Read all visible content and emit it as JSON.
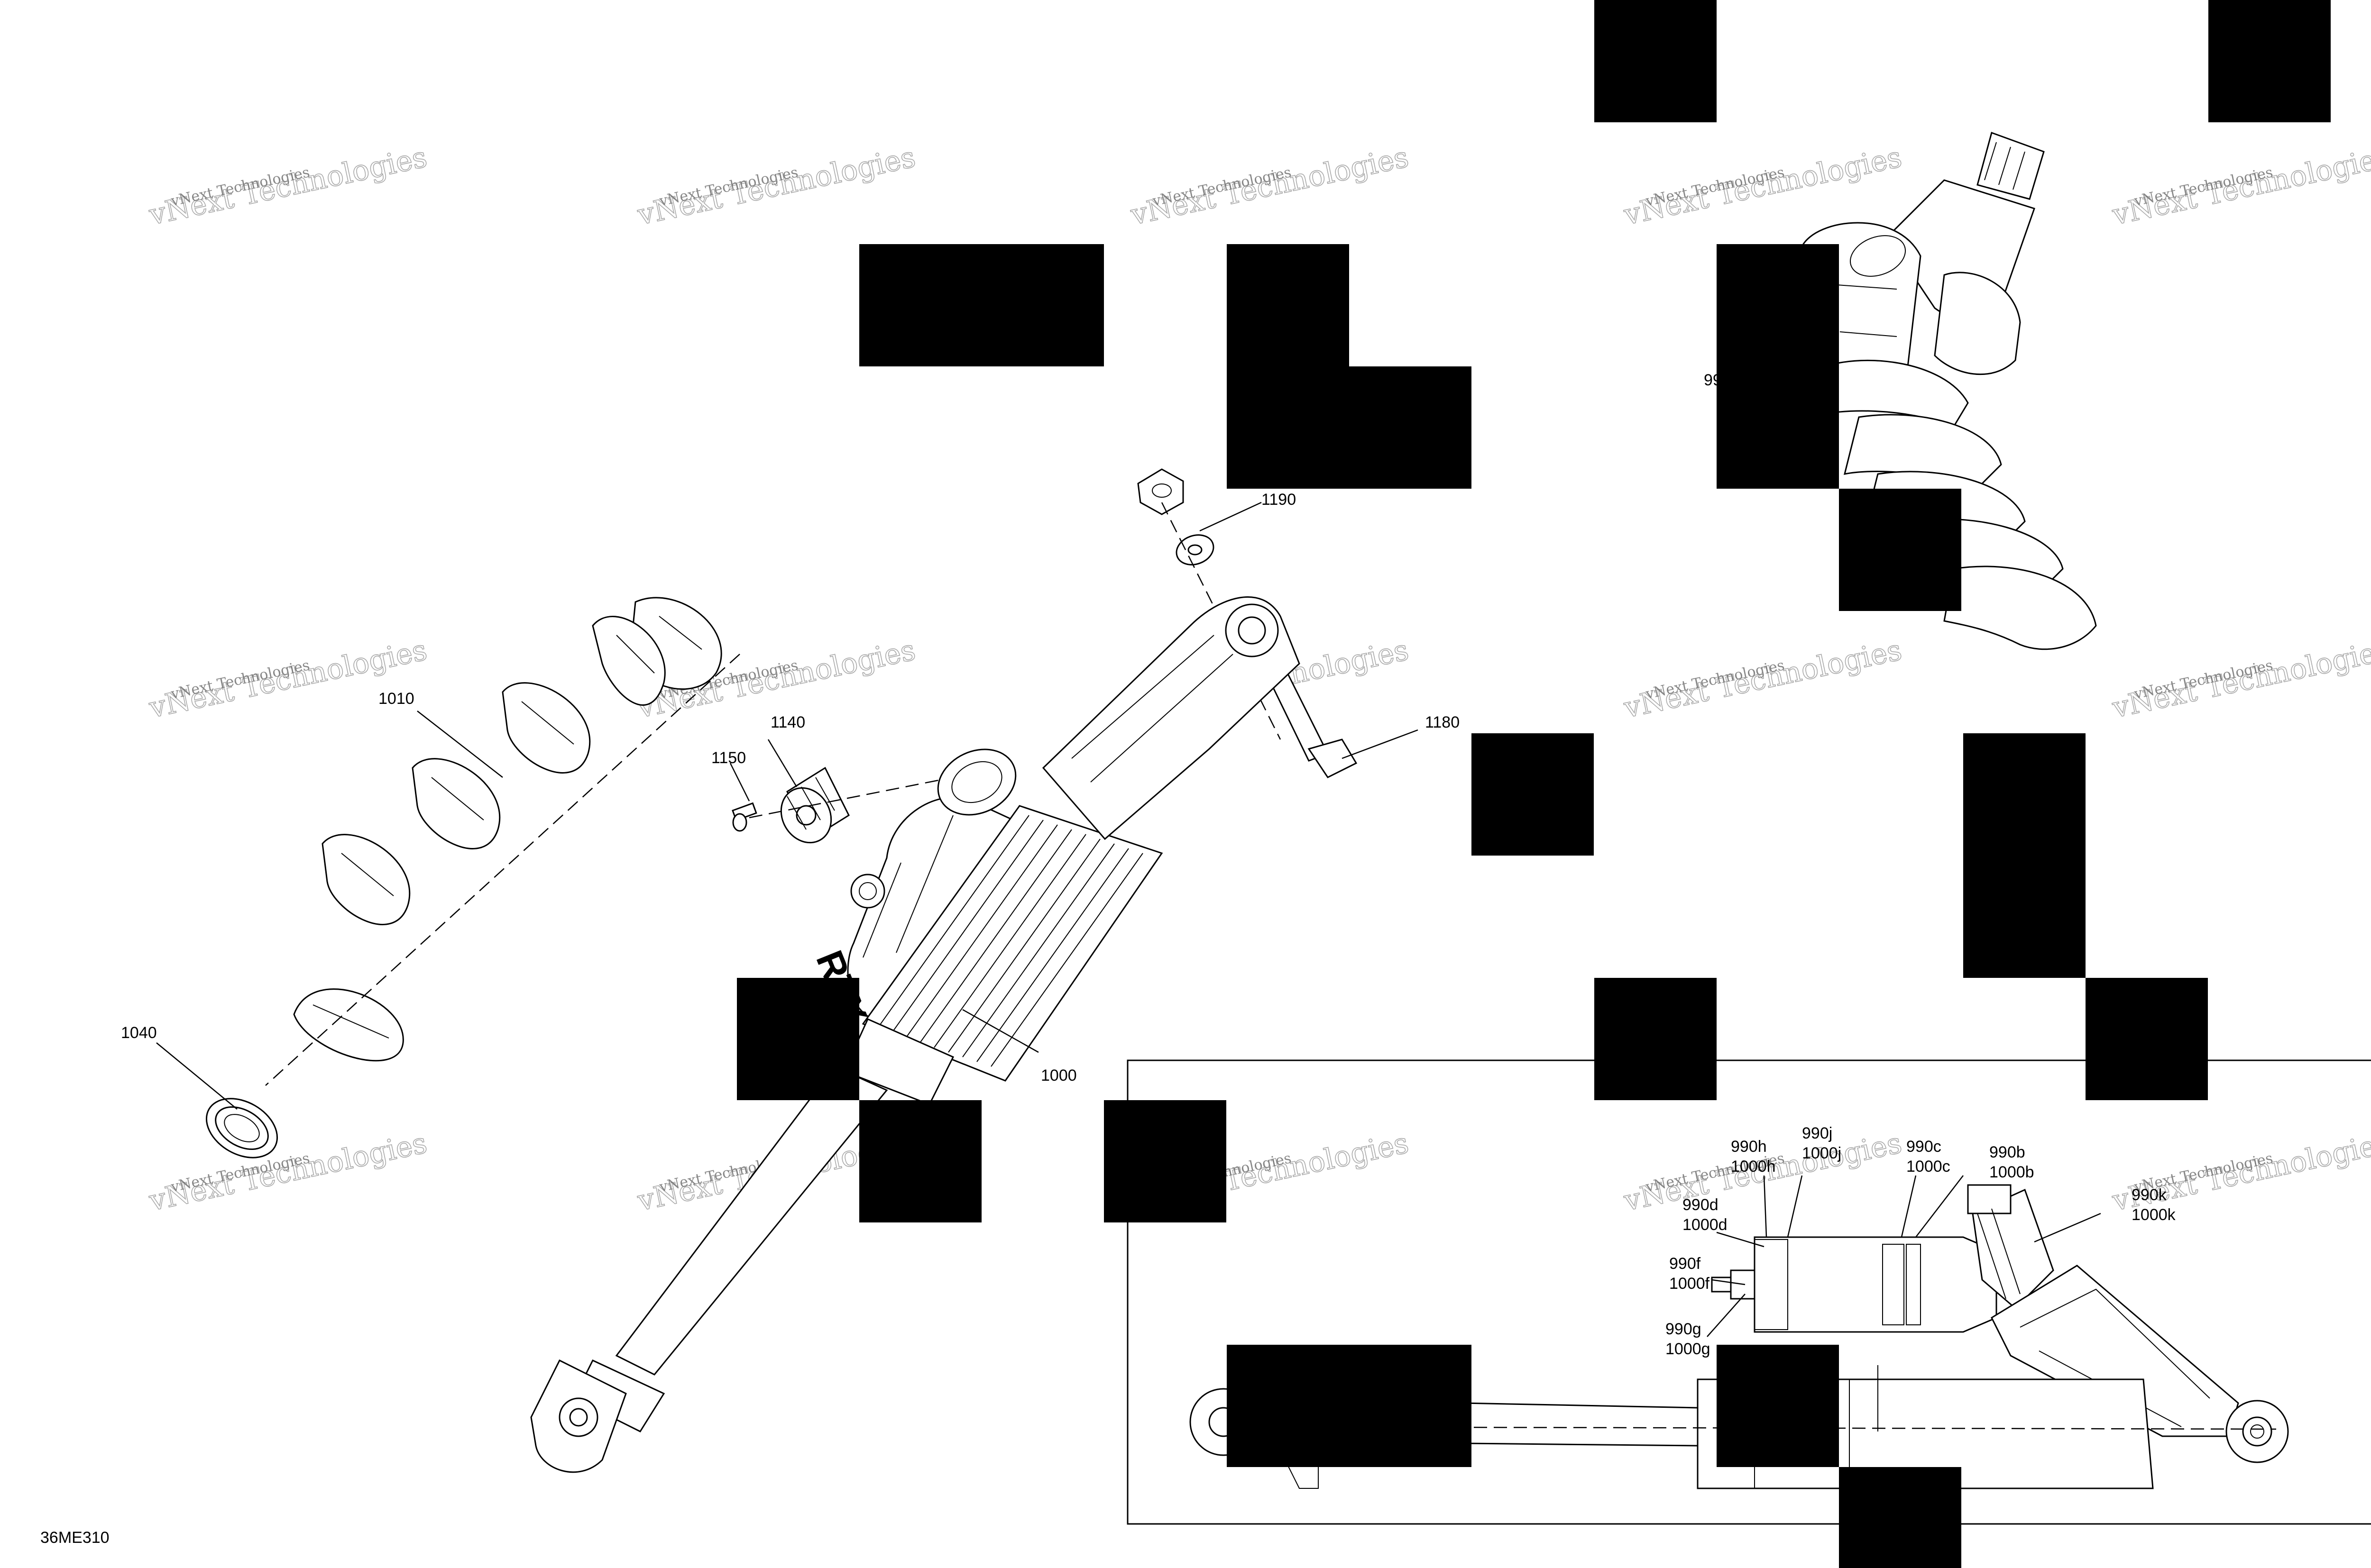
{
  "diagram_code": "36ME310",
  "watermark": {
    "line1": "vNext Technologies",
    "line2": "vNext Technologies"
  },
  "callouts": {
    "c1190": "1190",
    "c1180": "1180",
    "c1140": "1140",
    "c1150": "1150",
    "c1010": "1010",
    "c1040": "1040",
    "c1000": "1000",
    "c990h": "990h",
    "c1000h": "1000h",
    "c990j": "990j",
    "c1000j": "1000j",
    "c990c": "990c",
    "c1000c": "1000c",
    "c990b": "990b",
    "c1000b": "1000b",
    "c990d": "990d",
    "c1000d": "1000d",
    "c990k": "990k",
    "c1000k": "1000k",
    "c990f": "990f",
    "c1000f": "1000f",
    "c990g": "990g",
    "c1000g": "1000g",
    "c99": "99"
  },
  "decal_text": "RTX"
}
